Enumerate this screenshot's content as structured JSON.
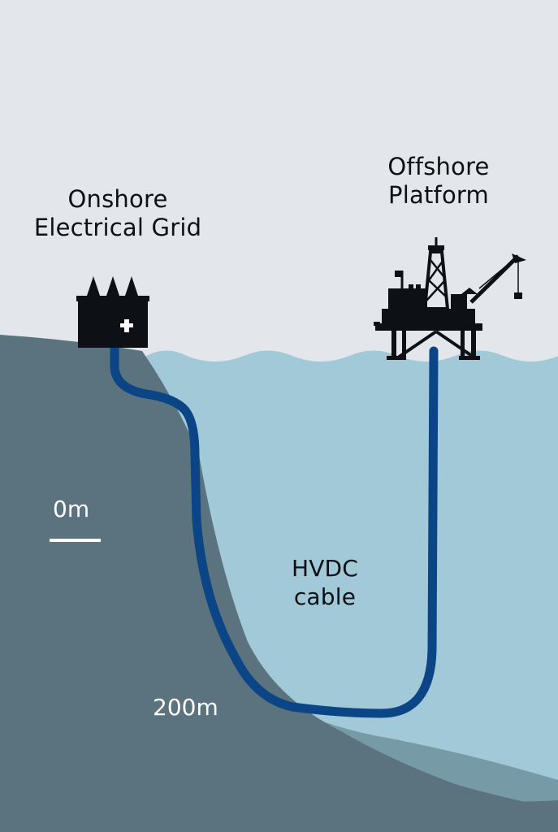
{
  "title_labels": {
    "onshore": [
      "Onshore",
      "Electrical Grid"
    ],
    "offshore": [
      "Offshore",
      "Platform"
    ],
    "cable": [
      "HVDC",
      "cable"
    ]
  },
  "depth_markers": {
    "surface": "0m",
    "deep": "200m"
  },
  "icons": {
    "grid": "substation-icon",
    "grid_symbol": "+",
    "platform": "oil-platform-icon"
  },
  "colors": {
    "sky": "#e3e7ec",
    "sea": "#a2c9d7",
    "land": "#5a737f",
    "seabed_mid": "#769aa6",
    "cable": "#0b4586",
    "icon": "#0d1014",
    "text_light": "#ffffff"
  }
}
